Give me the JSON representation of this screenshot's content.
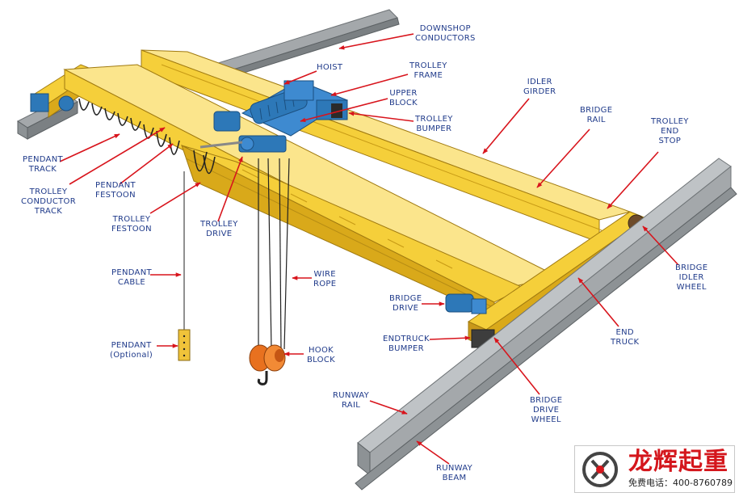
{
  "labels": [
    {
      "id": "downshop-conductors",
      "lines": [
        "DOWNSHOP",
        "CONDUCTORS"
      ]
    },
    {
      "id": "hoist",
      "lines": [
        "HOIST"
      ]
    },
    {
      "id": "trolley-frame",
      "lines": [
        "TROLLEY",
        "FRAME"
      ]
    },
    {
      "id": "upper-block",
      "lines": [
        "UPPER",
        "BLOCK"
      ]
    },
    {
      "id": "trolley-bumper",
      "lines": [
        "TROLLEY",
        "BUMPER"
      ]
    },
    {
      "id": "idler-girder",
      "lines": [
        "IDLER",
        "GIRDER"
      ]
    },
    {
      "id": "bridge-rail",
      "lines": [
        "BRIDGE",
        "RAIL"
      ]
    },
    {
      "id": "trolley-end-stop",
      "lines": [
        "TROLLEY",
        "END",
        "STOP"
      ]
    },
    {
      "id": "pendant-track",
      "lines": [
        "PENDANT",
        "TRACK"
      ]
    },
    {
      "id": "trolley-conductor-track",
      "lines": [
        "TROLLEY",
        "CONDUCTOR",
        "TRACK"
      ]
    },
    {
      "id": "pendant-festoon",
      "lines": [
        "PENDANT",
        "FESTOON"
      ]
    },
    {
      "id": "trolley-festoon",
      "lines": [
        "TROLLEY",
        "FESTOON"
      ]
    },
    {
      "id": "trolley-drive",
      "lines": [
        "TROLLEY",
        "DRIVE"
      ]
    },
    {
      "id": "bridge-idler-wheel",
      "lines": [
        "BRIDGE",
        "IDLER",
        "WHEEL"
      ]
    },
    {
      "id": "pendant-cable",
      "lines": [
        "PENDANT",
        "CABLE"
      ]
    },
    {
      "id": "wire-rope",
      "lines": [
        "WIRE",
        "ROPE"
      ]
    },
    {
      "id": "bridge-drive",
      "lines": [
        "BRIDGE",
        "DRIVE"
      ]
    },
    {
      "id": "end-truck",
      "lines": [
        "END",
        "TRUCK"
      ]
    },
    {
      "id": "endtruck-bumper",
      "lines": [
        "ENDTRUCK",
        "BUMPER"
      ]
    },
    {
      "id": "pendant",
      "lines": [
        "PENDANT",
        "(Optional)"
      ]
    },
    {
      "id": "hook-block",
      "lines": [
        "HOOK",
        "BLOCK"
      ]
    },
    {
      "id": "runway-rail",
      "lines": [
        "RUNWAY",
        "RAIL"
      ]
    },
    {
      "id": "bridge-drive-wheel",
      "lines": [
        "BRIDGE",
        "DRIVE",
        "WHEEL"
      ]
    },
    {
      "id": "runway-beam",
      "lines": [
        "RUNWAY",
        "BEAM"
      ]
    }
  ],
  "logo": {
    "brand": "龙辉起重",
    "phone": "免费电话：400-8760789"
  },
  "colors": {
    "label_text": "#1f3a8a",
    "arrow": "#d8141c",
    "girder_yellow": "#f5cf3a",
    "girder_shadow": "#d9a91a",
    "girder_highlight": "#fbe58c",
    "steel_gray": "#a4a8ab",
    "steel_dark": "#6f7477",
    "hoist_blue": "#2d78b8",
    "hook_orange": "#e8711f",
    "brand_red": "#d4161c"
  }
}
